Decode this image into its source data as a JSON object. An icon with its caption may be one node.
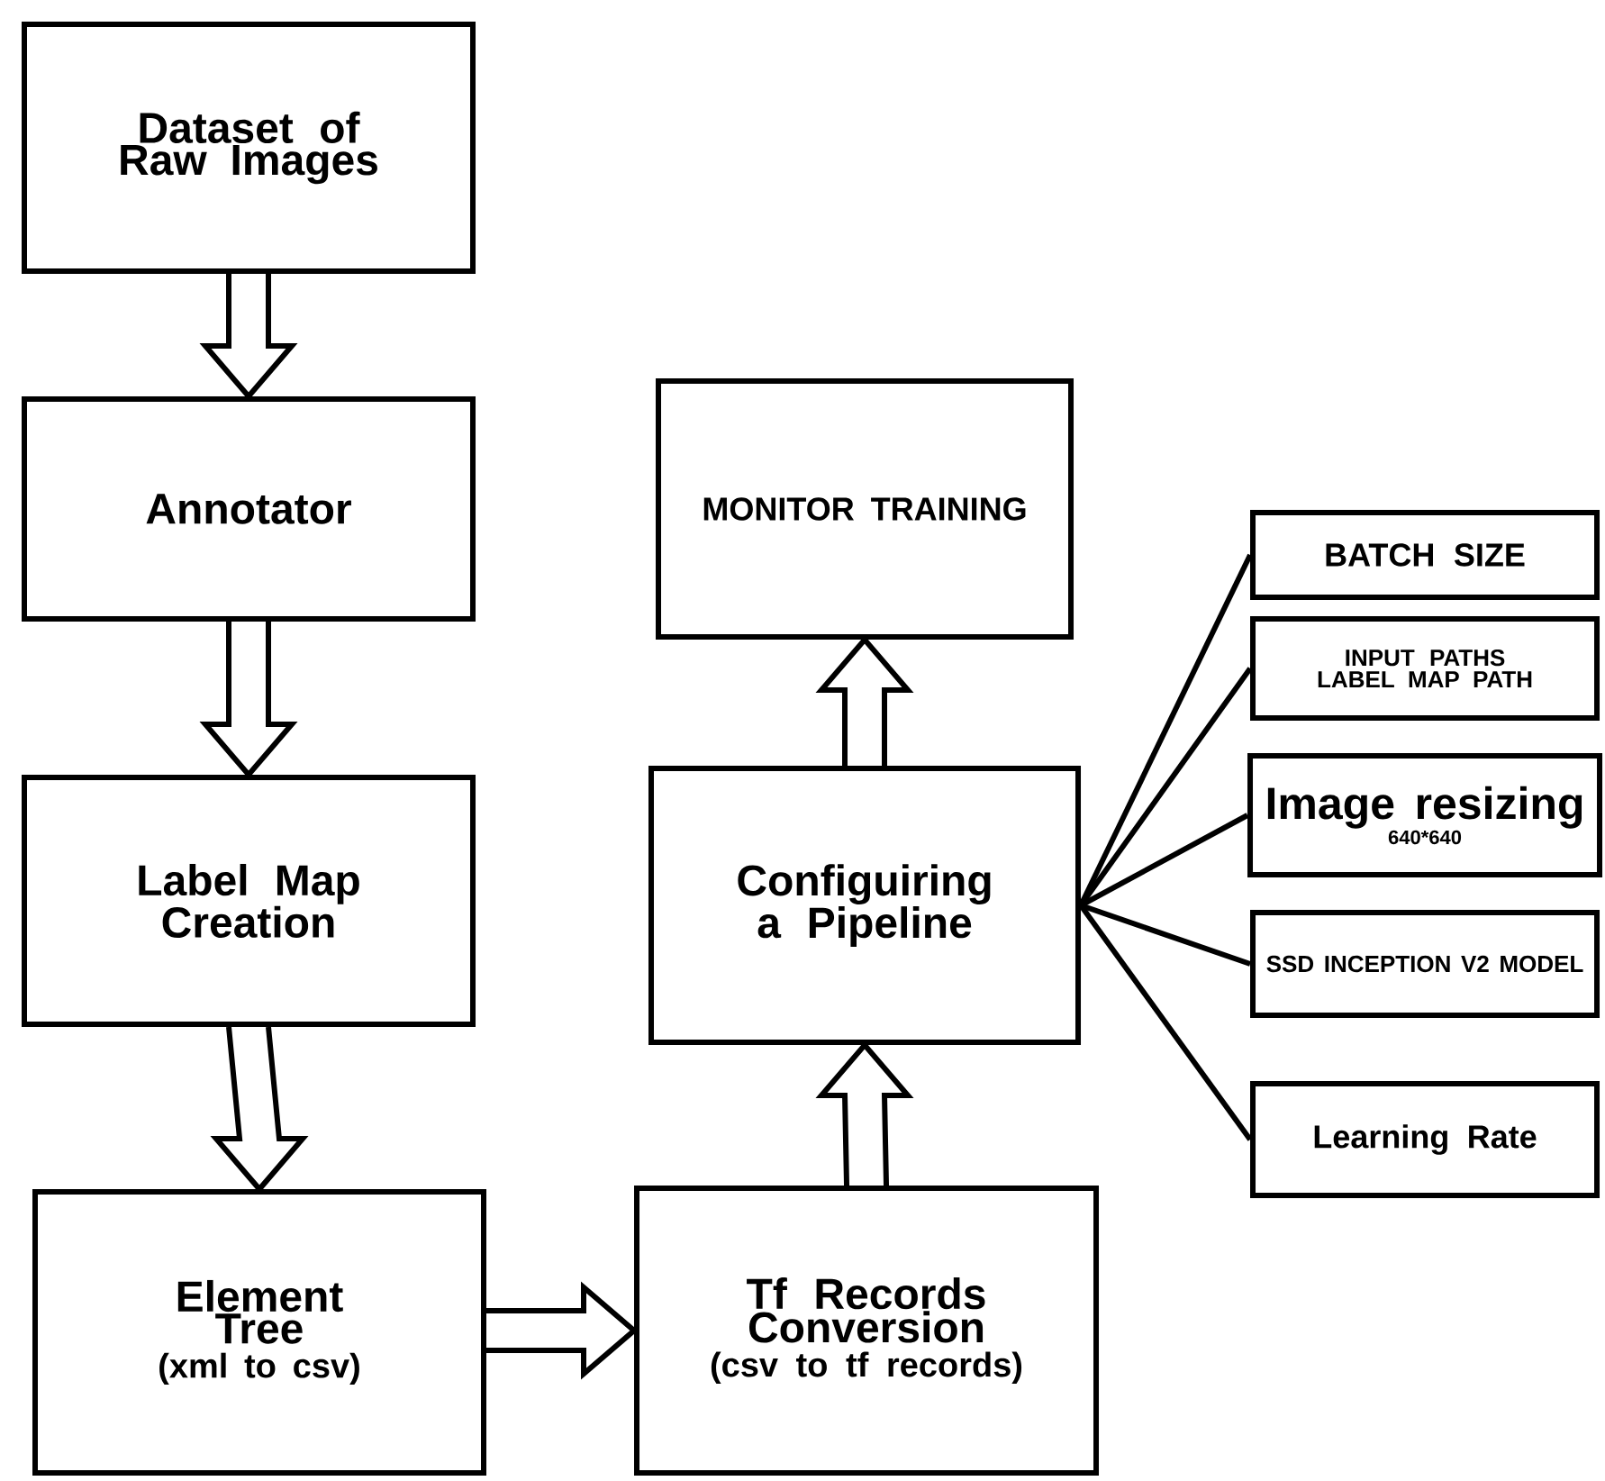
{
  "diagram": {
    "nodes": [
      {
        "text": [
          "Dataset of Raw Images"
        ]
      },
      {
        "text": [
          "Annotator"
        ]
      },
      {
        "text": [
          "Label Map Creation"
        ]
      },
      {
        "text": [
          "Element Tree",
          "(xml to csv)"
        ]
      },
      {
        "text": [
          "Tf Records Conversion",
          "(csv to tf records)"
        ]
      },
      {
        "text": [
          "Configuiring a Pipeline"
        ]
      },
      {
        "text": [
          "MONITOR TRAINING"
        ]
      },
      {
        "text": [
          "BATCH SIZE"
        ]
      },
      {
        "text": [
          "INPUT PATHS",
          "LABEL MAP PATH"
        ]
      },
      {
        "text": [
          "Image resizing",
          "640*640"
        ]
      },
      {
        "text": [
          "SSD INCEPTION V2 MODEL"
        ]
      },
      {
        "text": [
          "Learning Rate"
        ]
      }
    ],
    "edges": [
      {
        "from": 0,
        "to": 1,
        "arrow": "to"
      },
      {
        "from": 1,
        "to": 2,
        "arrow": "to"
      },
      {
        "from": 2,
        "to": 3,
        "arrow": "to"
      },
      {
        "from": 3,
        "to": 4,
        "arrow": "to"
      },
      {
        "from": 4,
        "to": 5,
        "arrow": "to"
      },
      {
        "from": 5,
        "to": 6,
        "arrow": "to"
      },
      {
        "from": 5,
        "to": 7,
        "arrow": "none"
      },
      {
        "from": 5,
        "to": 8,
        "arrow": "none"
      },
      {
        "from": 5,
        "to": 9,
        "arrow": "none"
      },
      {
        "from": 5,
        "to": 10,
        "arrow": "none"
      },
      {
        "from": 5,
        "to": 11,
        "arrow": "none"
      }
    ]
  }
}
